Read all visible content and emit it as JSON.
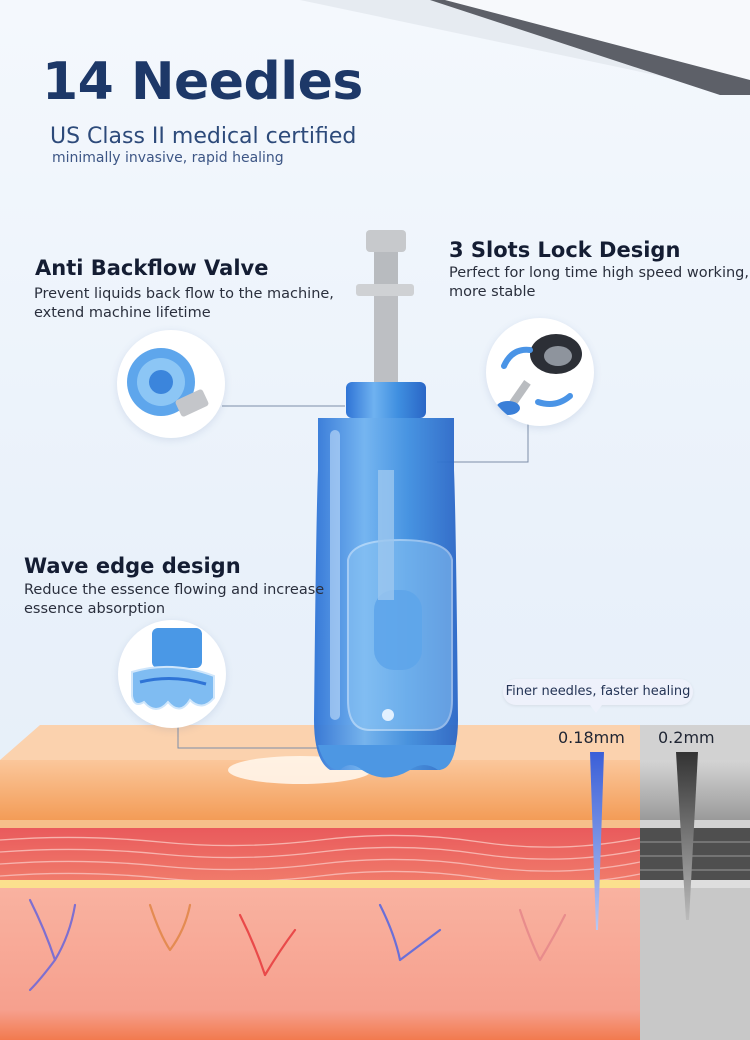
{
  "header": {
    "title": "14 Needles",
    "subtitle": "US Class II medical certified",
    "tagline": "minimally invasive, rapid healing"
  },
  "features": [
    {
      "title": "Anti Backflow Valve",
      "line1": "Prevent liquids back flow to the machine,",
      "line2": "extend machine lifetime"
    },
    {
      "title": "3 Slots Lock Design",
      "line1": "Perfect for long time high speed working,",
      "line2": "more stable"
    },
    {
      "title": "Wave edge design",
      "line1": "Reduce the essence flowing and increase",
      "line2": "essence absorption"
    }
  ],
  "comparison": {
    "bubble": "Finer needles, faster healing",
    "fine_size": "0.18mm",
    "standard_size": "0.2mm"
  },
  "colors": {
    "title": "#1d3868",
    "cartridge_blue": "#3f8fe0",
    "skin_orange": "#f4a665",
    "muscle_red": "#e9595a"
  }
}
